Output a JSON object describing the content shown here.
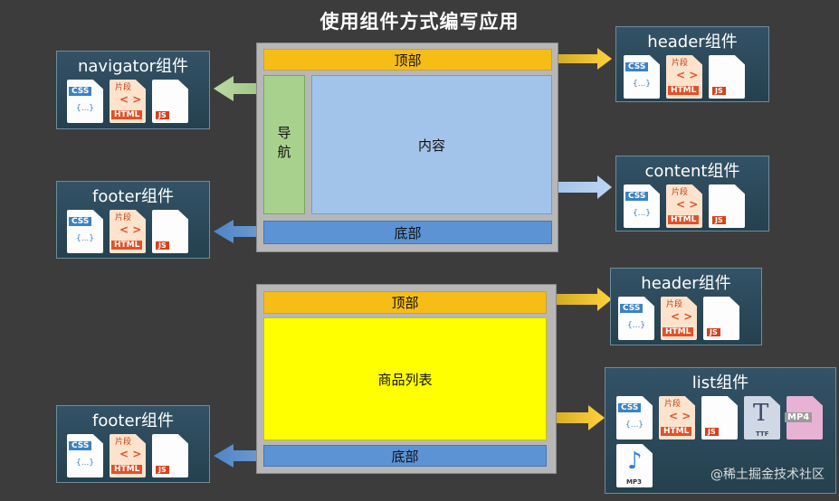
{
  "title": "使用组件方式编写应用",
  "layout1": {
    "top": "顶部",
    "nav": "导航",
    "content": "内容",
    "bottom": "底部"
  },
  "layout2": {
    "top": "顶部",
    "content": "商品列表",
    "bottom": "底部"
  },
  "cards": {
    "navigator": "navigator组件",
    "footer1": "footer组件",
    "header1": "header组件",
    "content": "content组件",
    "header2": "header组件",
    "list": "list组件",
    "footer2": "footer组件"
  },
  "icons": {
    "css": "CSS",
    "css_sym": "{...}",
    "html_label": "片段",
    "html_sym": "< >",
    "html": "HTML",
    "js": "JS",
    "ttf_sym": "T",
    "ttf": "TTF",
    "mp4": "MP4",
    "mp3_sym": "♪",
    "mp3": "MP3"
  },
  "watermark": "@稀土掘金技术社区",
  "colors": {
    "top": "#f6bd16",
    "bottom": "#5b93d4",
    "nav": "#a9d18e",
    "content": "#a2c4ea",
    "list": "#ffff00",
    "card": "#2b4756"
  }
}
